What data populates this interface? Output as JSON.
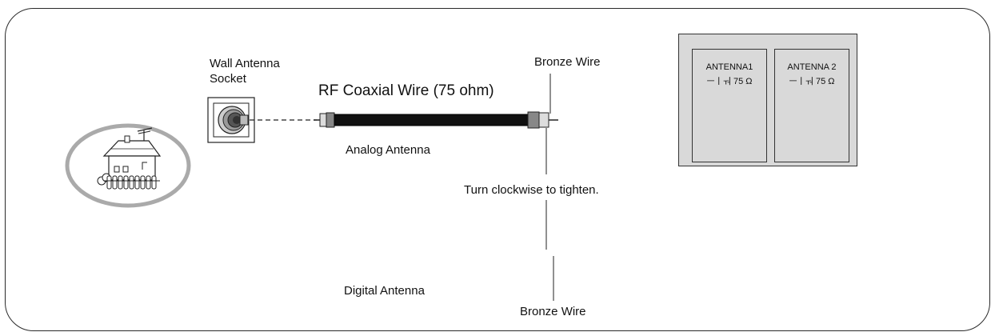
{
  "labels": {
    "wall_socket_line1": "Wall Antenna",
    "wall_socket_line2": "Socket",
    "coax": "RF Coaxial Wire (75 ohm)",
    "bronze_wire_top": "Bronze Wire",
    "analog": "Analog Antenna",
    "turn": "Turn clockwise to tighten.",
    "digital": "Digital Antenna",
    "bronze_wire_bottom": "Bronze Wire"
  },
  "panel": {
    "ports": [
      {
        "name": "ANTENNA1",
        "spec": "ㅡㅣㅝ 75 Ω"
      },
      {
        "name": "ANTENNA 2",
        "spec": "ㅡㅣㅝ 75 Ω"
      }
    ]
  }
}
